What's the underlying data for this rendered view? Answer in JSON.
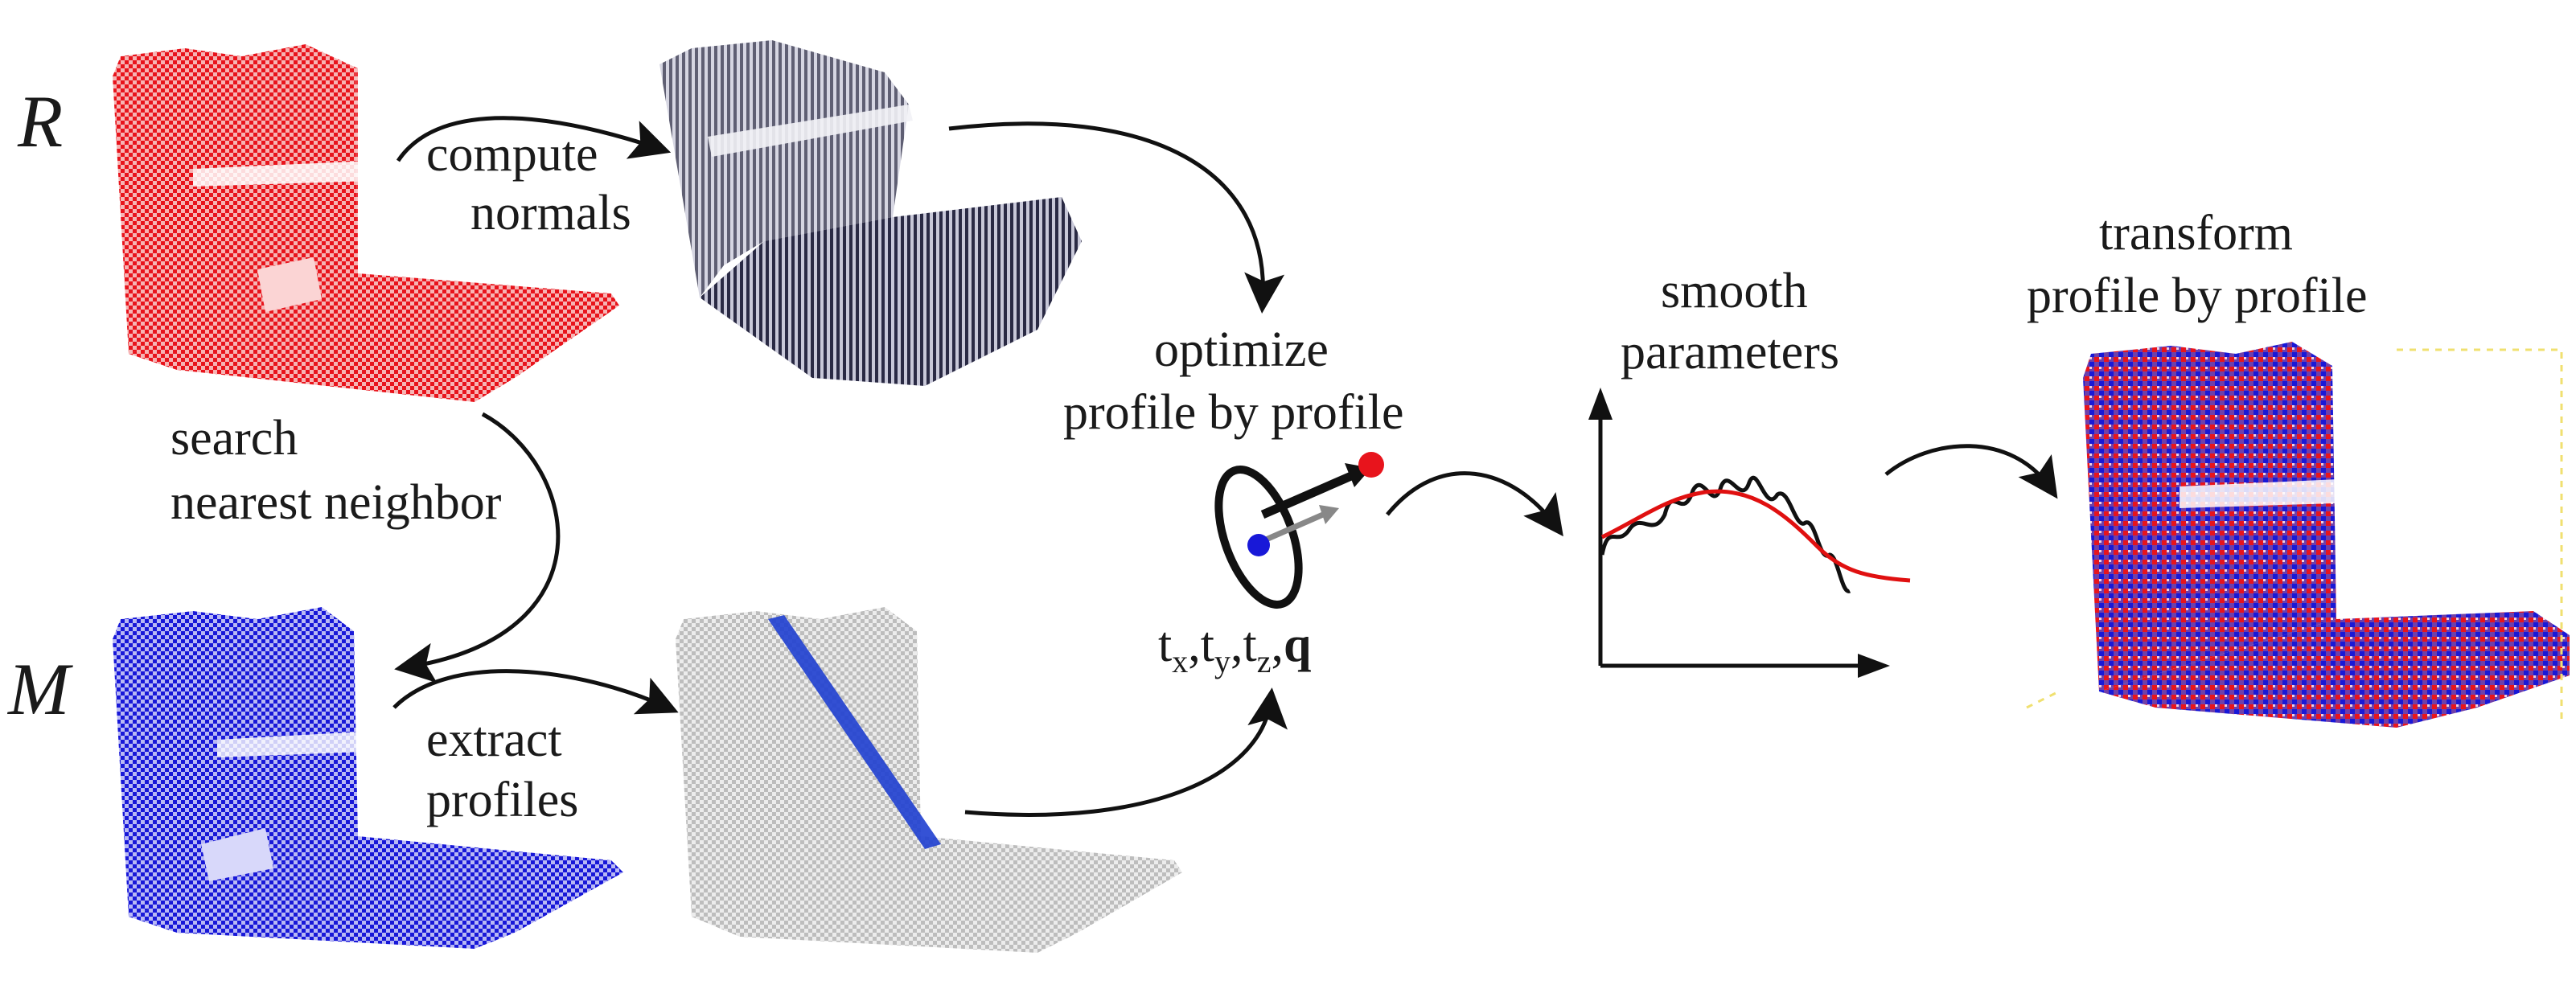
{
  "symbols": {
    "reference": "R",
    "model": "M"
  },
  "steps": {
    "compute_normals": [
      "compute",
      "normals"
    ],
    "search_nn": [
      "search",
      "nearest neighbor"
    ],
    "extract_profiles": [
      "extract",
      "profiles"
    ],
    "optimize": [
      "optimize",
      "profile by profile"
    ],
    "smooth": [
      "smooth",
      "parameters"
    ],
    "transform": [
      "transform",
      "profile by profile"
    ]
  },
  "parameters": {
    "t": "t",
    "x": "x",
    "y": "y",
    "z": "z",
    "comma": ",",
    "q": "q"
  },
  "colors": {
    "reference_cloud": "#e8141c",
    "model_cloud": "#1818d8",
    "normals_cloud": "#1c1c3a",
    "profile_cloud": "#bdbdbd",
    "smooth_curve": "#e01010",
    "raw_curve": "#111111",
    "arrow": "#111111"
  }
}
